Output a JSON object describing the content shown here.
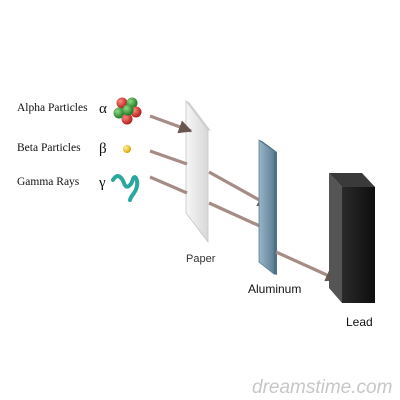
{
  "particles": [
    {
      "label": "Alpha Particles",
      "symbol": "α"
    },
    {
      "label": "Beta Particles",
      "symbol": "β"
    },
    {
      "label": "Gamma Rays",
      "symbol": "γ"
    }
  ],
  "barriers": [
    {
      "label": "Paper"
    },
    {
      "label": "Aluminum"
    },
    {
      "label": "Lead"
    }
  ],
  "watermark": {
    "text": "dreamstime.com"
  },
  "colors": {
    "arrow": "#a58d86",
    "alpha_red": "#d2322a",
    "alpha_green": "#3a9a3a",
    "beta": "#f0c020",
    "gamma": "#2aa8a0",
    "paper": "#eeeeee",
    "aluminum": "#7f9fb4",
    "lead": "#1e1e1e"
  }
}
